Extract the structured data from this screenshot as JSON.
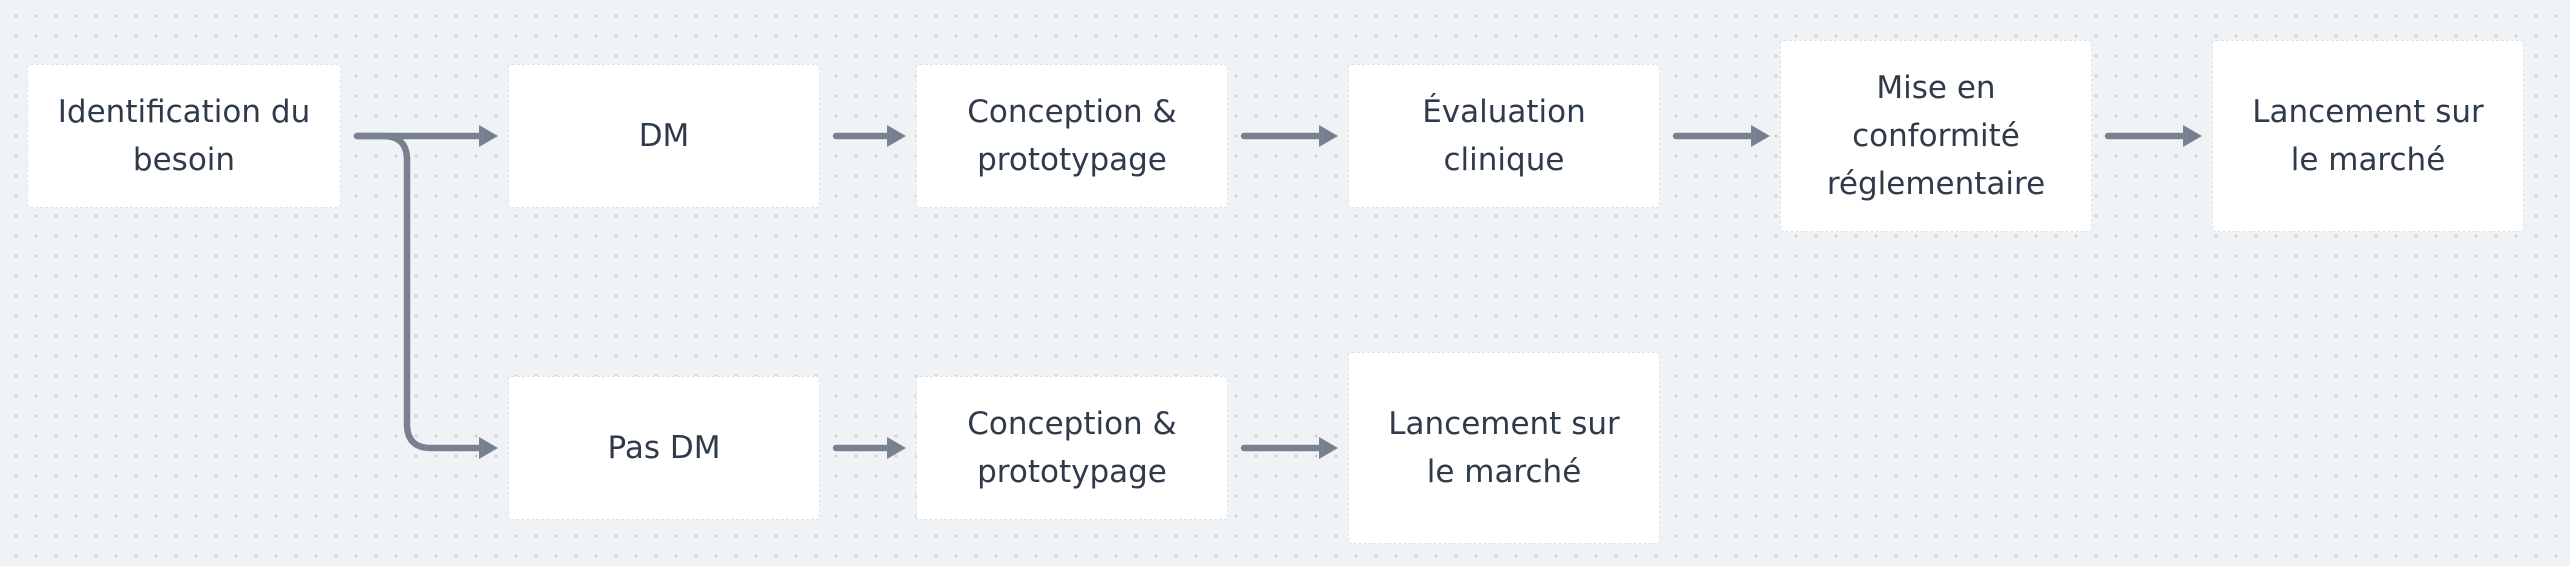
{
  "diagram": {
    "nodes": {
      "identification": "Identification du\nbesoin",
      "dm": "DM",
      "conception_dm": "Conception &\nprototypage",
      "evaluation": "Évaluation\nclinique",
      "conformite": "Mise en\nconformité\nréglementaire",
      "lancement_dm": "Lancement sur\nle marché",
      "pas_dm": "Pas DM",
      "conception_pas_dm": "Conception &\nprototypage",
      "lancement_pas_dm": "Lancement sur\nle marché"
    },
    "edges": [
      {
        "from": "identification",
        "to": "dm"
      },
      {
        "from": "identification",
        "to": "pas_dm"
      },
      {
        "from": "dm",
        "to": "conception_dm"
      },
      {
        "from": "conception_dm",
        "to": "evaluation"
      },
      {
        "from": "evaluation",
        "to": "conformite"
      },
      {
        "from": "conformite",
        "to": "lancement_dm"
      },
      {
        "from": "pas_dm",
        "to": "conception_pas_dm"
      },
      {
        "from": "conception_pas_dm",
        "to": "lancement_pas_dm"
      }
    ],
    "colors": {
      "background": "#f0f3f6",
      "node_fill": "#ffffff",
      "node_border": "#dde2e7",
      "text": "#2f3b4b",
      "connector": "#77818f"
    }
  }
}
